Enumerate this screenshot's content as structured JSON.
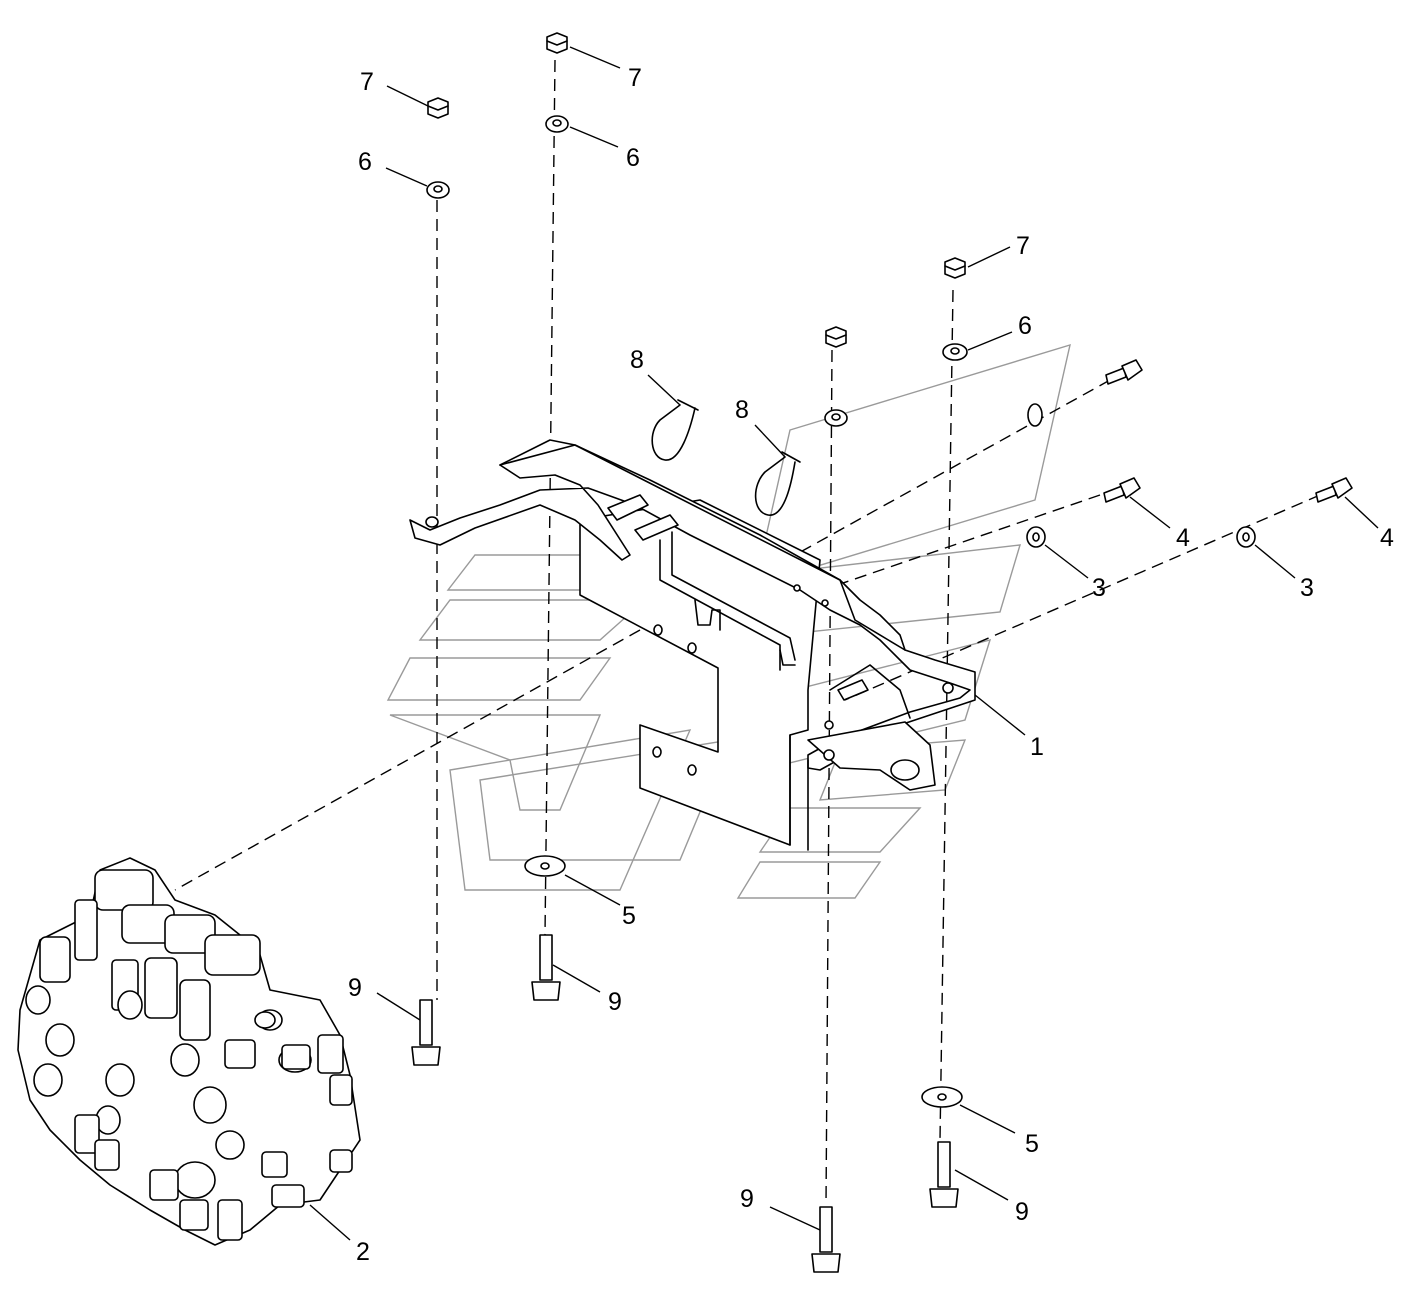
{
  "callouts": {
    "c1": "1",
    "c2": "2",
    "c3a": "3",
    "c3b": "3",
    "c4a": "4",
    "c4b": "4",
    "c5a": "5",
    "c5b": "5",
    "c6a": "6",
    "c6b": "6",
    "c6c": "6",
    "c7a": "7",
    "c7b": "7",
    "c7c": "7",
    "c8a": "8",
    "c8b": "8",
    "c9a": "9",
    "c9b": "9",
    "c9c": "9",
    "c9d": "9"
  },
  "colors": {
    "line": "#000000",
    "watermark": "#9a9a9a",
    "background": "#ffffff"
  }
}
